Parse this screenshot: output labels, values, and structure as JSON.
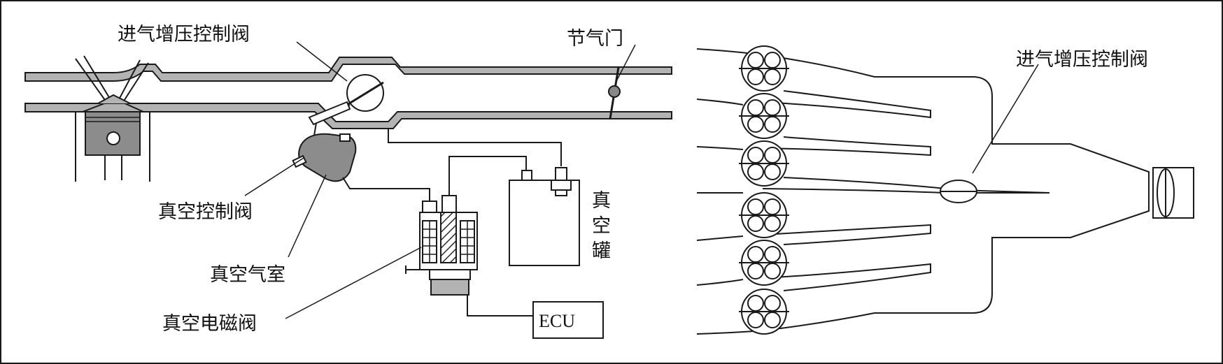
{
  "left_diagram": {
    "labels": {
      "boost_valve": "进气增压控制阀",
      "throttle": "节气门",
      "vacuum_control_valve": "真空控制阀",
      "vacuum_chamber": "真空气室",
      "vacuum_solenoid_valve": "真空电磁阀",
      "vacuum_tank_1": "真",
      "vacuum_tank_2": "空",
      "vacuum_tank_3": "罐",
      "ecu": "ECU"
    }
  },
  "right_diagram": {
    "labels": {
      "boost_valve": "进气增压控制阀"
    }
  },
  "colors": {
    "line": "#1a1a1a",
    "fill_gray": "#b3b3b3",
    "fill_light": "#e0e0e0",
    "hatch": "#2a2a2a"
  }
}
